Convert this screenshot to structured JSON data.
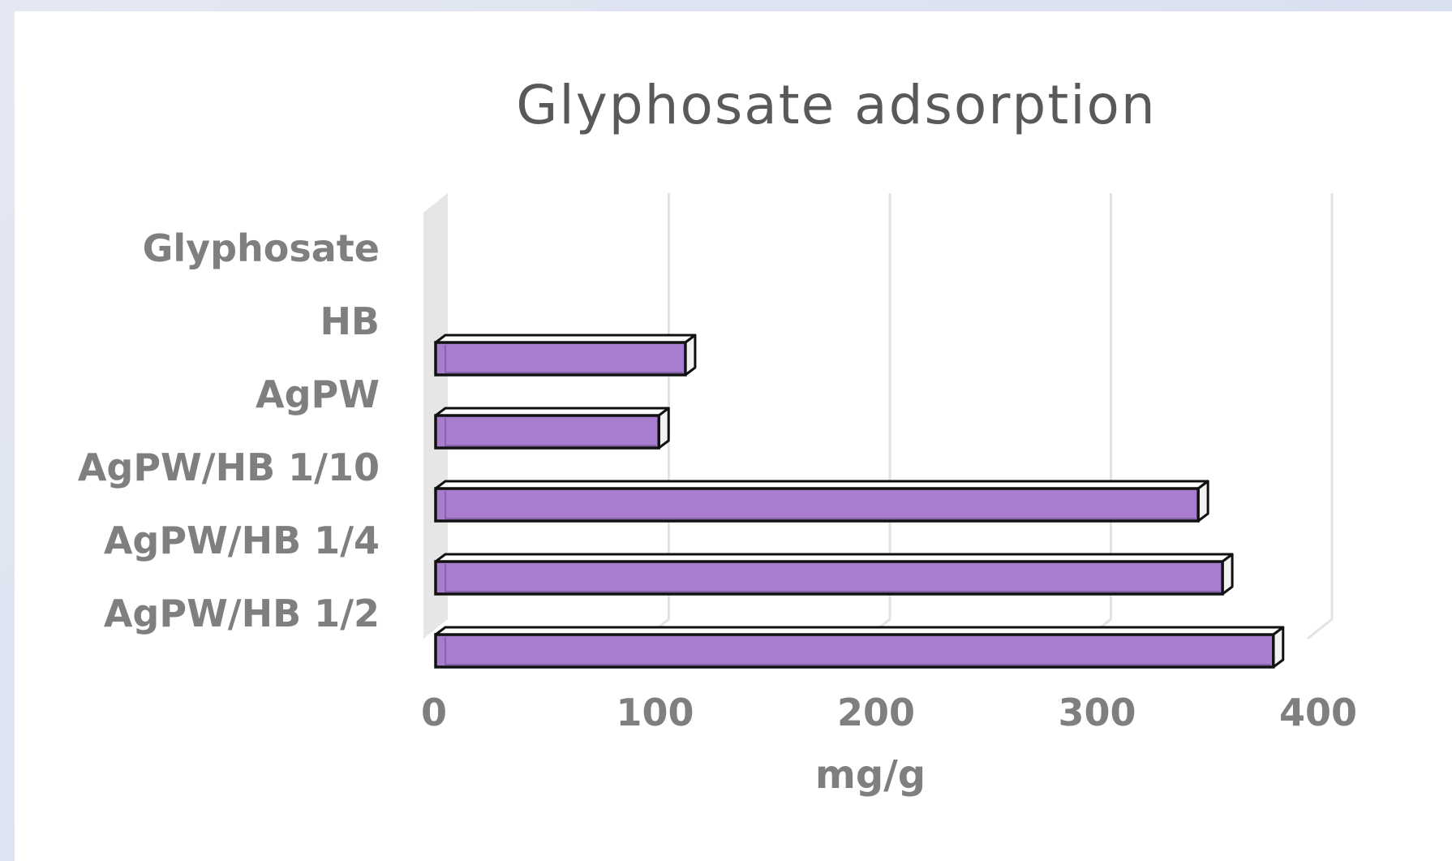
{
  "chart_data": {
    "type": "bar",
    "orientation": "horizontal",
    "title": "Glyphosate adsorption",
    "categories": [
      "Glyphosate",
      "HB",
      "AgPW",
      "AgPW/HB 1/10",
      "AgPW/HB 1/4",
      "AgPW/HB 1/2"
    ],
    "values": [
      0,
      113,
      101,
      345,
      356,
      379
    ],
    "xlabel": "mg/g",
    "ylabel": "",
    "xlim": [
      0,
      400
    ],
    "xticks": [
      "0",
      "100",
      "200",
      "300",
      "400"
    ],
    "grid": true,
    "style": "3d-clustered",
    "colors": {
      "bar_front": "#a87dd0",
      "bar_top": "#ffffff",
      "bar_side": "#f2f2f2",
      "bar_outline": "#111111",
      "text": "#7f7f7f",
      "title": "#595959"
    }
  }
}
